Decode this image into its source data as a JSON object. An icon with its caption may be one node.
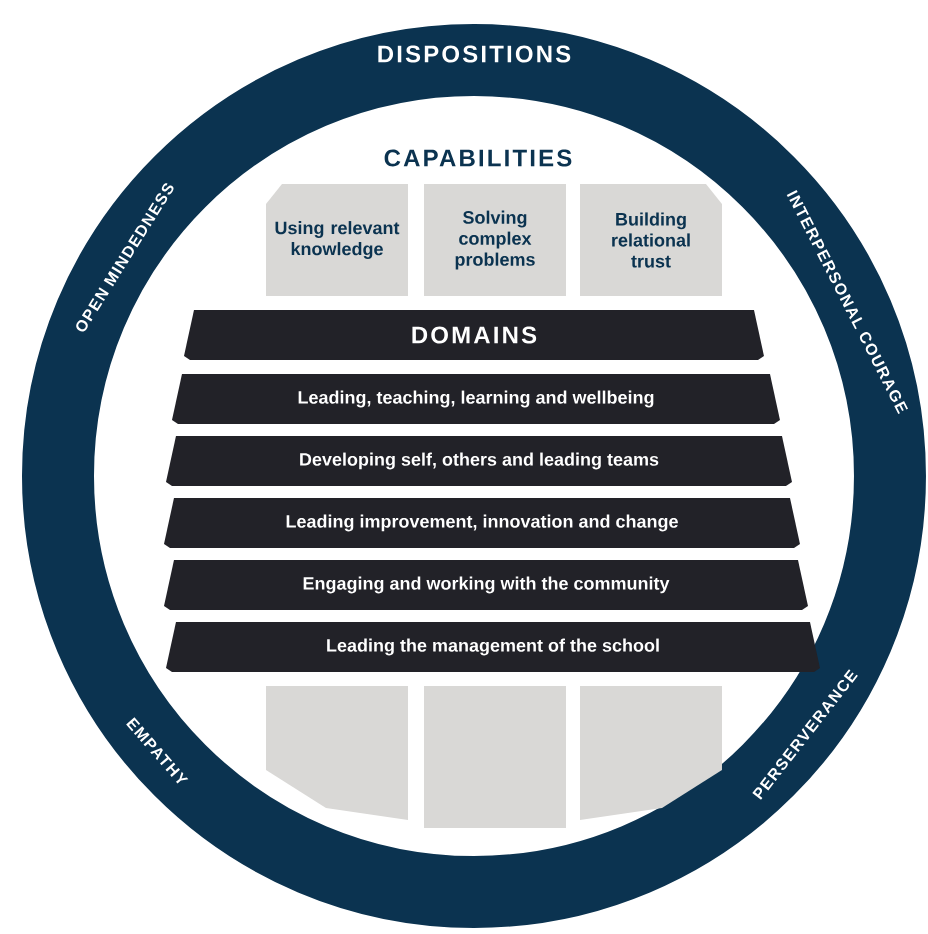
{
  "diagram": {
    "nodes": [
      {
        "text": [
          "DISPOSITIONS"
        ]
      },
      {
        "text": [
          "CAPABILITIES"
        ],
        "in": 0
      },
      {
        "text": [
          "Using relevant knowledge"
        ],
        "in": 0
      },
      {
        "text": [
          "Solving complex problems"
        ],
        "in": 0
      },
      {
        "text": [
          "Building relational trust"
        ],
        "in": 0
      },
      {
        "text": [
          "DOMAINS"
        ],
        "in": 0
      },
      {
        "text": [
          "Leading, teaching, learning and wellbeing"
        ],
        "in": 0
      },
      {
        "text": [
          "Developing self, others and leading teams"
        ],
        "in": 0
      },
      {
        "text": [
          "Leading improvement, innovation and change"
        ],
        "in": 0
      },
      {
        "text": [
          "Engaging and working with the community"
        ],
        "in": 0
      },
      {
        "text": [
          "Leading the management of the school"
        ],
        "in": 0
      },
      {
        "text": [],
        "shape": "box",
        "in": 0
      },
      {
        "text": [],
        "shape": "box",
        "in": 0
      },
      {
        "text": [],
        "shape": "box",
        "in": 0
      }
    ],
    "labels": [
      "OPEN MINDEDNESS",
      "INTERPERSONAL COURAGE",
      "EMPATHY",
      "PERSERVERANCE"
    ]
  }
}
